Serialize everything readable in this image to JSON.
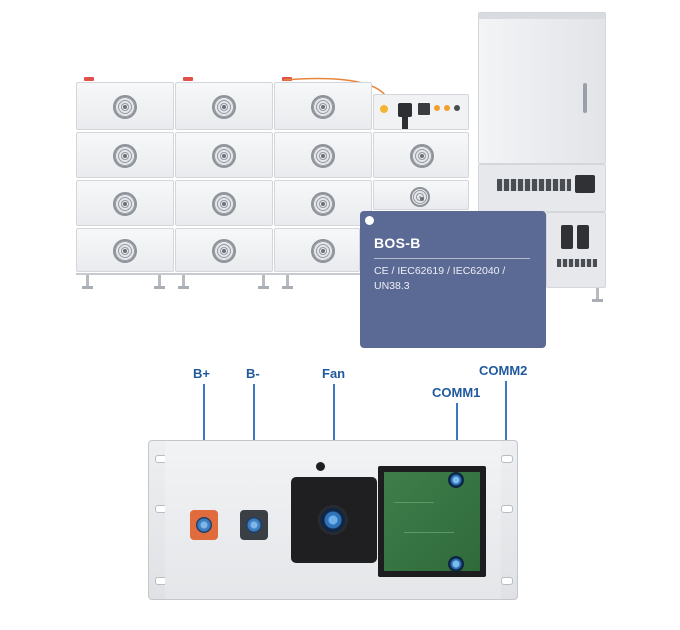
{
  "label_card": {
    "title": "BOS-B",
    "certifications": "CE / IEC62619 / IEC62040 / UN38.3"
  },
  "callouts": {
    "b_plus": "B+",
    "b_minus": "B-",
    "fan": "Fan",
    "comm1": "COMM1",
    "comm2": "COMM2"
  },
  "colors": {
    "card_background": "#5b6a95",
    "callout_text": "#1f5a9e",
    "leader_line": "#3d78bf",
    "b_plus_terminal": "#e06c3e",
    "b_minus_terminal": "#3a3f46",
    "pcb": "#3f7e4b"
  }
}
